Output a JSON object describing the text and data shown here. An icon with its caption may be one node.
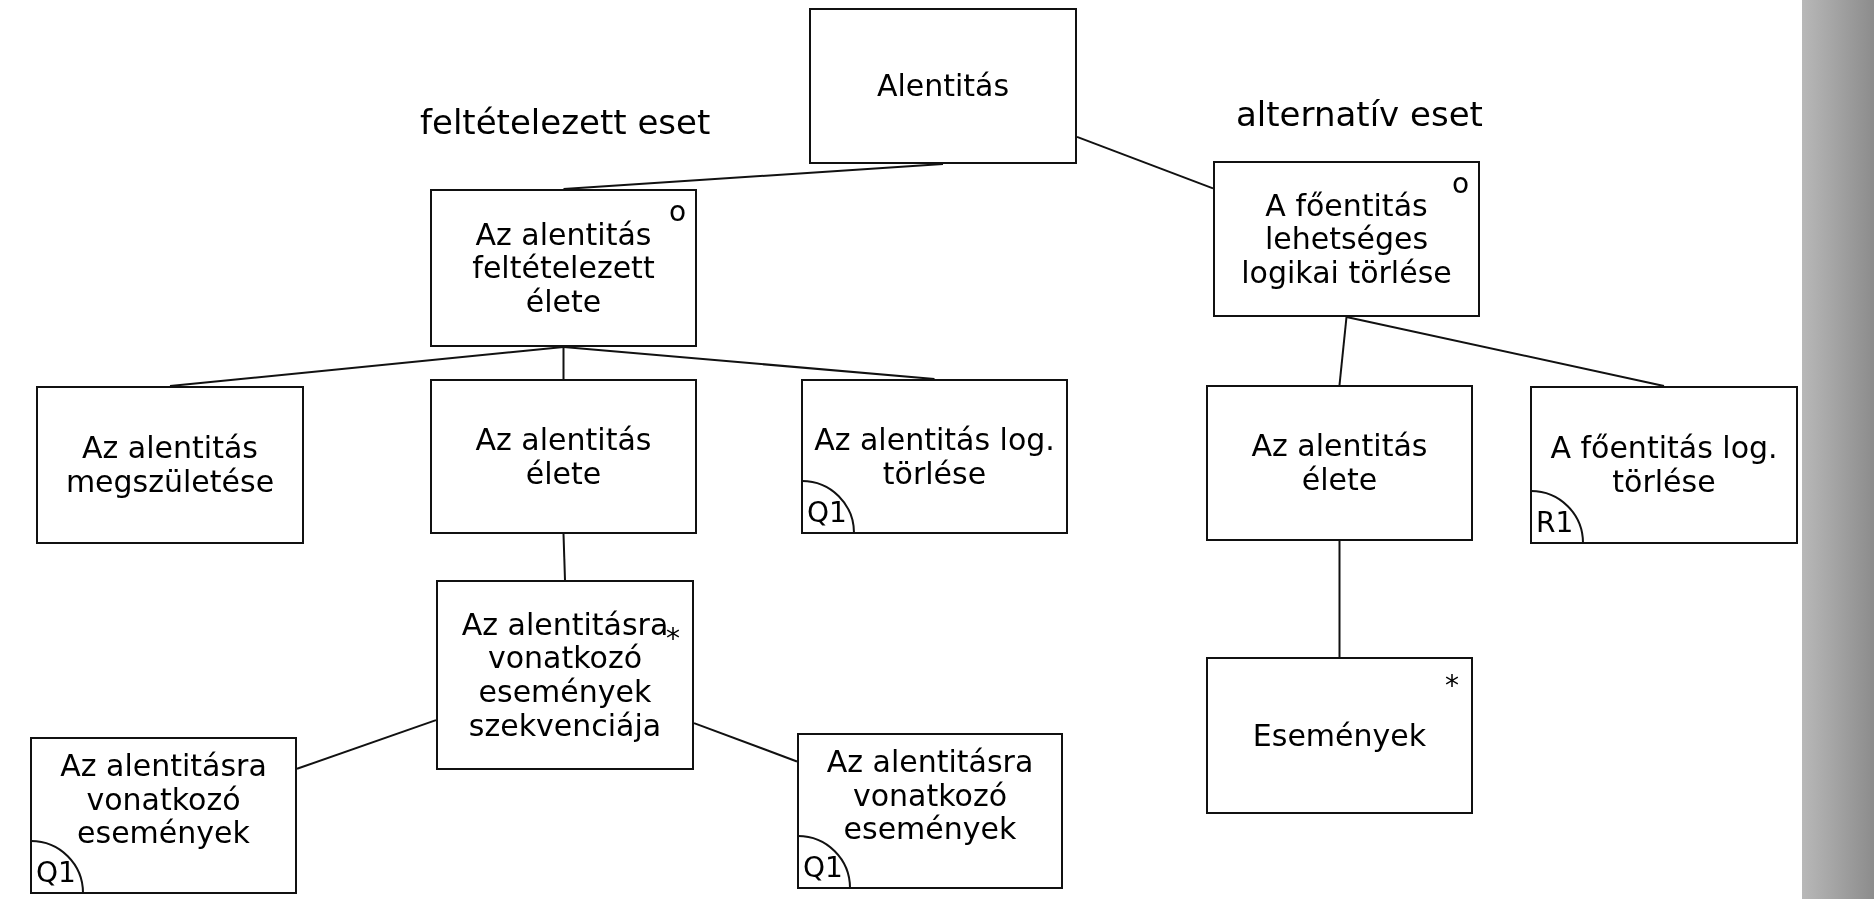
{
  "diagram": {
    "nodes": [
      {
        "text": [
          "Alentitás"
        ]
      },
      {
        "text": [
          "Az alentitás feltételezett élete"
        ]
      },
      {
        "text": [
          "A főentitás lehetséges logikai törlése"
        ]
      },
      {
        "text": [
          "Az alentitás megszületése"
        ]
      },
      {
        "text": [
          "Az alentitás élete"
        ]
      },
      {
        "text": [
          "Az alentitás log. törlése"
        ]
      },
      {
        "text": [
          "Az alentitás élete"
        ]
      },
      {
        "text": [
          "A főentitás log. törlése"
        ]
      },
      {
        "text": [
          "Az alentitásra vonatkozó események szekvenciája"
        ]
      },
      {
        "text": [
          "Események"
        ]
      },
      {
        "text": [
          "Az alentitásra vonatkozó események"
        ]
      },
      {
        "text": [
          "Az alentitásra vonatkozó események"
        ]
      }
    ],
    "edges": [
      {
        "from": 0,
        "to": 1,
        "arrow": "none"
      },
      {
        "from": 0,
        "to": 2,
        "arrow": "none"
      },
      {
        "from": 1,
        "to": 3,
        "arrow": "none"
      },
      {
        "from": 1,
        "to": 4,
        "arrow": "none"
      },
      {
        "from": 1,
        "to": 5,
        "arrow": "none"
      },
      {
        "from": 2,
        "to": 6,
        "arrow": "none"
      },
      {
        "from": 2,
        "to": 7,
        "arrow": "none"
      },
      {
        "from": 4,
        "to": 8,
        "arrow": "none"
      },
      {
        "from": 8,
        "to": 10,
        "arrow": "none"
      },
      {
        "from": 8,
        "to": 11,
        "arrow": "none"
      },
      {
        "from": 6,
        "to": 9,
        "arrow": "none"
      }
    ],
    "labels": [
      "feltételezett eset",
      "alternatív eset",
      "o",
      "o",
      "Q1",
      "R1",
      "*",
      "*",
      "Q1",
      "Q1"
    ]
  }
}
